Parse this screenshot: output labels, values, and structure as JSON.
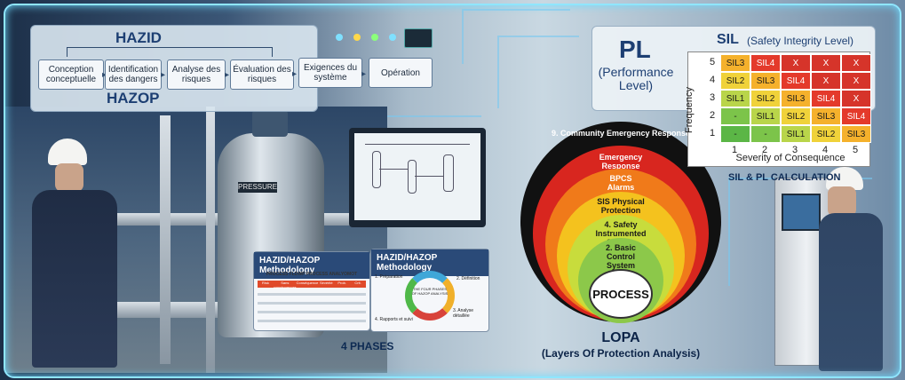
{
  "hazid": {
    "title_top": "HAZID",
    "title_bottom": "HAZOP",
    "steps": [
      "Conception conceptuelle",
      "Identification des dangers",
      "Analyse des risques",
      "Évaluation des risques",
      "Exigences du système",
      "Opération"
    ]
  },
  "pl": {
    "title": "PL",
    "subtitle": "(Performance Level)"
  },
  "sil": {
    "title": "SIL",
    "subtitle": "(Safety Integrity Level)",
    "frequency_label": "Frequency",
    "severity_label": "Severity of Consequence",
    "freq_values": [
      "5",
      "4",
      "3",
      "2",
      "1"
    ],
    "sev_values": [
      "1",
      "2",
      "3",
      "4",
      "5"
    ],
    "rows": [
      [
        "SIL3",
        "SIL4",
        "X",
        "X",
        "X"
      ],
      [
        "SIL2",
        "SIL3",
        "SIL4",
        "X",
        "X"
      ],
      [
        "SIL1",
        "SIL2",
        "SIL3",
        "SIL4",
        "X"
      ],
      [
        "-",
        "SIL1",
        "SIL2",
        "SIL3",
        "SIL4"
      ],
      [
        "-",
        "-",
        "SIL1",
        "SIL2",
        "SIL3"
      ]
    ],
    "colors": [
      [
        "#f5b12c",
        "#e43a2b",
        "#d6342a",
        "#d6342a",
        "#d6342a"
      ],
      [
        "#f0d23a",
        "#f5b12c",
        "#e43a2b",
        "#d6342a",
        "#d6342a"
      ],
      [
        "#b9d54a",
        "#f0d23a",
        "#f5b12c",
        "#e43a2b",
        "#d6342a"
      ],
      [
        "#7cc44a",
        "#b9d54a",
        "#f0d23a",
        "#f5b12c",
        "#e43a2b"
      ],
      [
        "#5bb646",
        "#7cc44a",
        "#b9d54a",
        "#f0d23a",
        "#f5b12c"
      ]
    ],
    "calc_label": "SIL & PL CALCULATION"
  },
  "lopa": {
    "layers": [
      {
        "label": "9. Community Emergency Response",
        "color": "#111111",
        "text_color": "#ffffff"
      },
      {
        "label": "Emergency Response",
        "color": "#d8261f",
        "text_color": "#ffffff"
      },
      {
        "label": "BPCS Alarms",
        "color": "#f07a1a",
        "text_color": "#ffffff"
      },
      {
        "label": "SIS Physical Protection",
        "color": "#f4c21e",
        "text_color": "#1a1a1a"
      },
      {
        "label": "4. Safety Instrumented System",
        "color": "#c8dc3c",
        "text_color": "#1a1a1a"
      },
      {
        "label": "2. Basic Control System",
        "color": "#8cc84a",
        "text_color": "#1a1a1a"
      }
    ],
    "core": "PROCESS",
    "title": "LOPA",
    "subtitle": "(Layers Of Protection Analysis)"
  },
  "cards": {
    "methodology_left": "HAZID/HAZOP Methodology",
    "table_caption": "PROCESS FLDWP PROCESS ANALYOMOT",
    "table_headers": [
      "Risk",
      "Sans conséquences",
      "Conséquence",
      "Sévérité",
      "Prob.",
      "Crit."
    ],
    "methodology_right": "HAZID/HAZOP Methodology",
    "phases_center": "THE FOUR PHASES OF HAZOP ANALYSIS",
    "phase_labels": [
      "1. Préparation",
      "2. Définition",
      "3. Analyse détaillée",
      "4. Rapports et suivi"
    ],
    "phases_caption": "4 PHASES"
  },
  "scene": {
    "vessel_tag": "PRESSURE"
  }
}
